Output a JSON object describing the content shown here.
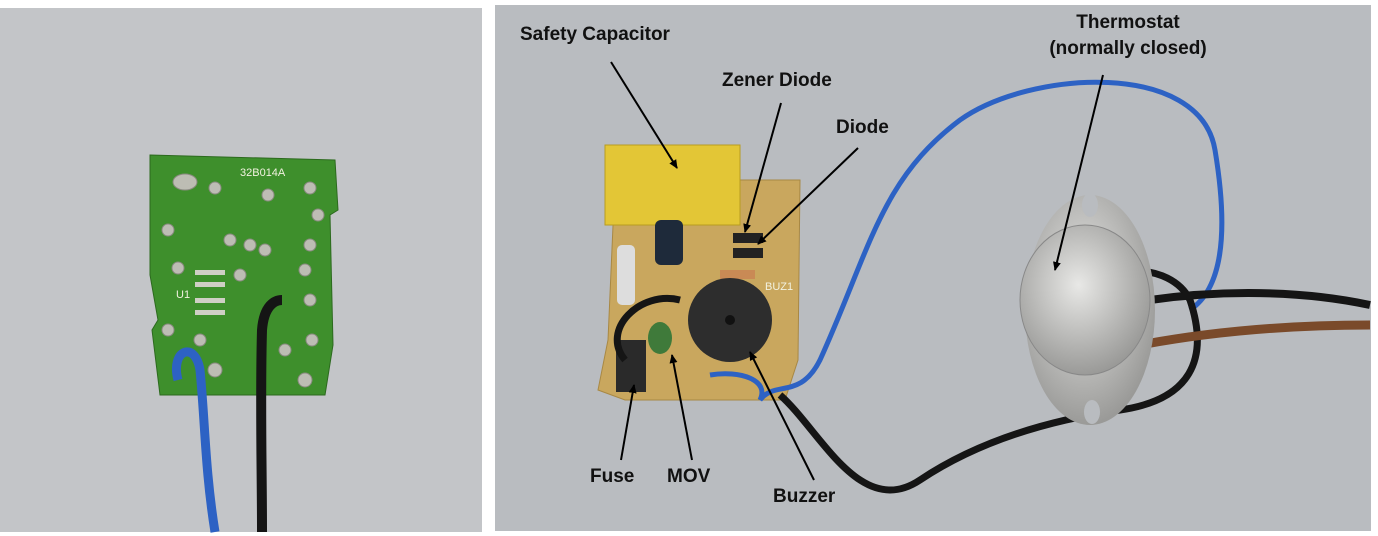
{
  "left_photo": {
    "pcb_markings": [
      "32B014A",
      "U1"
    ]
  },
  "right_photo": {
    "labels": {
      "safety_capacitor": "Safety Capacitor",
      "zener_diode": "Zener Diode",
      "diode": "Diode",
      "thermostat_line1": "Thermostat",
      "thermostat_line2": "(normally closed)",
      "fuse": "Fuse",
      "mov": "MOV",
      "buzzer": "Buzzer"
    },
    "pcb_markings": [
      "BUZ1"
    ]
  },
  "colors": {
    "background_gray": "#b9bcc0",
    "pcb_green": "#3e8f2c",
    "pcb_tan": "#c9a75e",
    "wire_blue": "#2d62c4",
    "wire_black": "#151515",
    "wire_brown": "#7a4a2a",
    "capacitor_yellow": "#e3c636"
  }
}
